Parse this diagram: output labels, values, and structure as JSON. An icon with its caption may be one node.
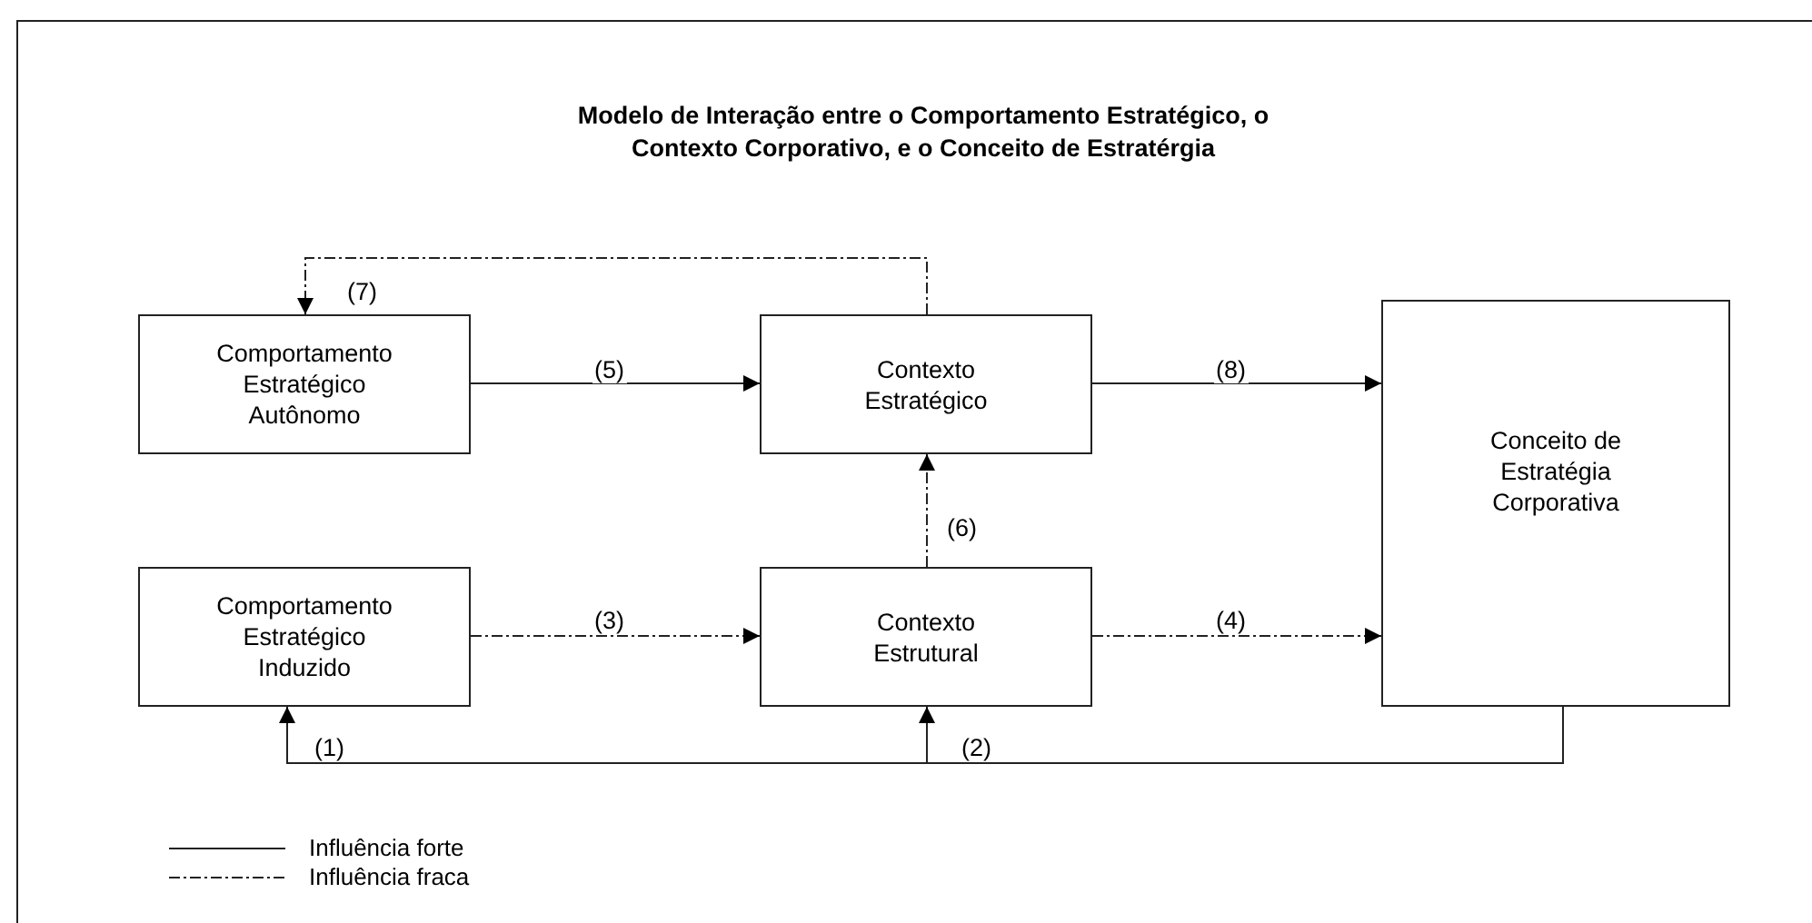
{
  "diagram": {
    "title": "Modelo de Interação entre o Comportamento Estratégico, o Contexto Corporativo, e o Conceito de Estratérgia",
    "nodes": [
      {
        "text": [
          "Comportamento Estratégico Autônomo"
        ]
      },
      {
        "text": [
          "Contexto Estratégico"
        ]
      },
      {
        "text": [
          "Conceito de Estratégia Corporativa"
        ]
      },
      {
        "text": [
          "Comportamento Estratégico Induzido"
        ]
      },
      {
        "text": [
          "Contexto Estrutural"
        ]
      }
    ],
    "edges": [
      {
        "from": 0,
        "to": 1,
        "arrow": "to",
        "label": "(5)"
      },
      {
        "from": 1,
        "to": 2,
        "arrow": "to",
        "label": "(8)"
      },
      {
        "from": 1,
        "to": 0,
        "arrow": "to",
        "label": "(7)",
        "style": "dashed"
      },
      {
        "from": 4,
        "to": 1,
        "arrow": "to",
        "label": "(6)",
        "style": "dashed"
      },
      {
        "from": 3,
        "to": 4,
        "arrow": "to",
        "label": "(3)",
        "style": "dashed"
      },
      {
        "from": 4,
        "to": 2,
        "arrow": "to",
        "label": "(4)",
        "style": "dashed"
      },
      {
        "from": 2,
        "to": 3,
        "arrow": "to",
        "label": "(1)"
      },
      {
        "from": 2,
        "to": 4,
        "arrow": "to",
        "label": "(2)"
      }
    ],
    "legend": [
      {
        "text": "Influência forte"
      },
      {
        "text": "Influência fraca"
      }
    ]
  }
}
